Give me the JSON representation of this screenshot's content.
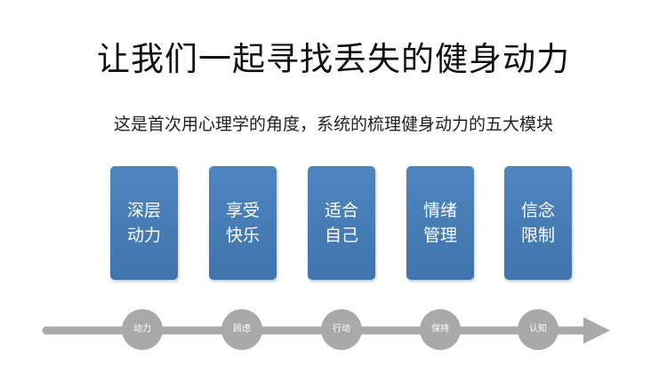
{
  "title": "让我们一起寻找丢失的健身动力",
  "subtitle": "这是首次用心理学的角度，系统的梳理健身动力的五大模块",
  "modules": [
    {
      "card": "深层动力",
      "step": "动力"
    },
    {
      "card": "享受快乐",
      "step": "顾虑"
    },
    {
      "card": "适合自己",
      "step": "行动"
    },
    {
      "card": "情绪管理",
      "step": "保持"
    },
    {
      "card": "信念限制",
      "step": "认知"
    }
  ],
  "colors": {
    "card_fill": "#4a80b8",
    "timeline_gray": "#a9a9a9",
    "text_white": "#ffffff"
  }
}
